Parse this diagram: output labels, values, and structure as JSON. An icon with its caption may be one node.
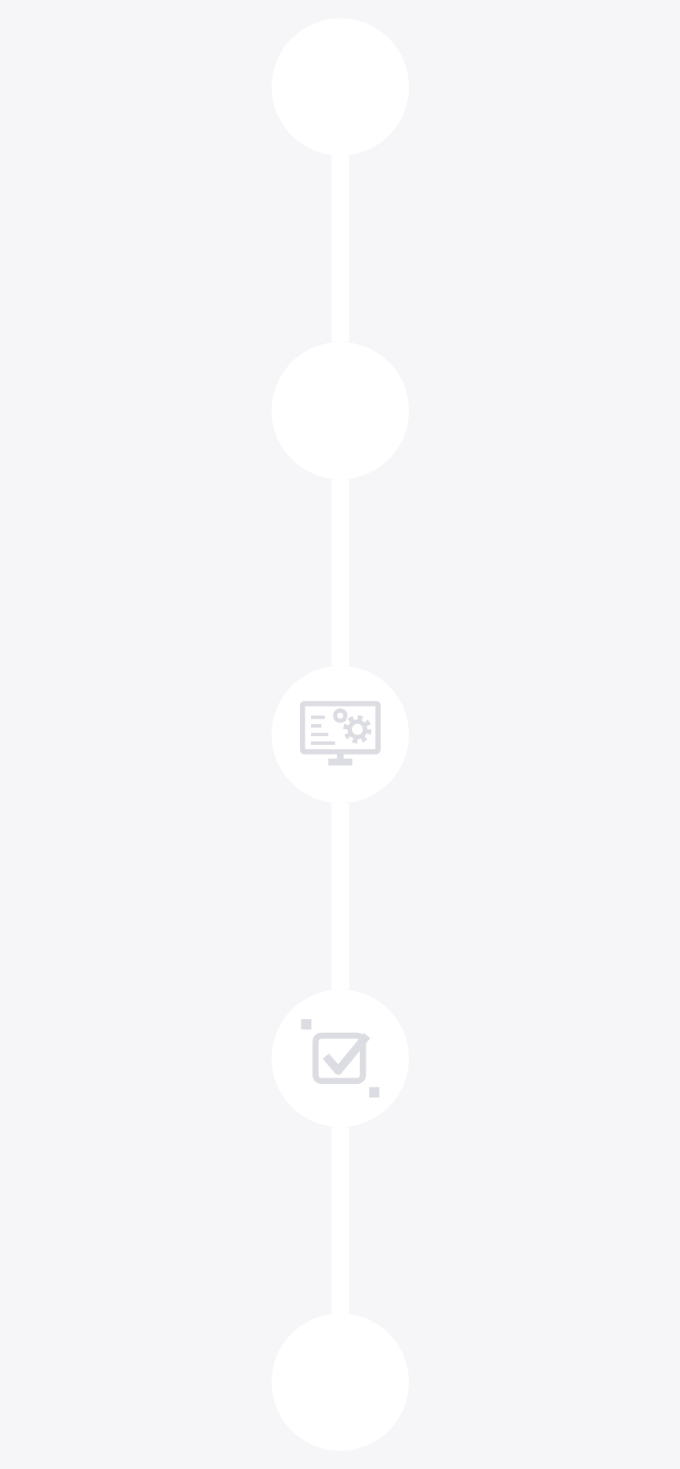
{
  "diagram": {
    "nodes": [
      {
        "text": [],
        "shape": "circle"
      },
      {
        "text": [],
        "shape": "circle"
      },
      {
        "text": [],
        "shape": "picture"
      },
      {
        "text": [],
        "shape": "picture"
      },
      {
        "text": [],
        "shape": "circle"
      }
    ],
    "edges": [
      {
        "from": 0,
        "to": 1,
        "arrow": "none"
      },
      {
        "from": 1,
        "to": 2,
        "arrow": "none"
      },
      {
        "from": 2,
        "to": 3,
        "arrow": "none"
      },
      {
        "from": 3,
        "to": 4,
        "arrow": "none"
      }
    ]
  }
}
